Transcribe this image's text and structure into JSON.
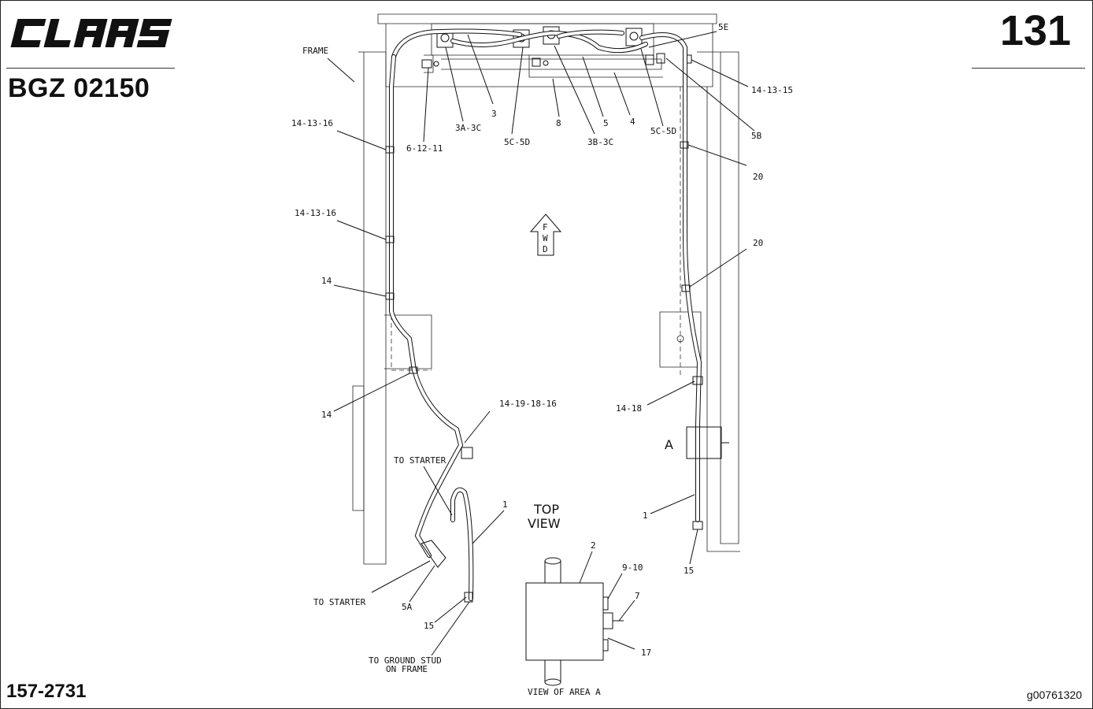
{
  "header": {
    "brand": "CLAAS",
    "code": "BGZ 02150",
    "page_number": "131"
  },
  "footer": {
    "part_number": "157-2731",
    "image_ref": "g00761320"
  },
  "diagram": {
    "labels": {
      "frame": "FRAME",
      "c_14_13_16_a": "14-13-16",
      "c_14_13_16_b": "14-13-16",
      "c_14_a": "14",
      "c_14_b": "14",
      "c_6_12_11": "6-12-11",
      "c_3a_3c": "3A-3C",
      "c_3": "3",
      "c_5c_5d_a": "5C-5D",
      "c_8": "8",
      "c_3b_3c": "3B-3C",
      "c_5": "5",
      "c_4": "4",
      "c_5c_5d_b": "5C-5D",
      "c_5e": "5E",
      "c_14_13_15": "14-13-15",
      "c_5b": "5B",
      "c_20_a": "20",
      "c_20_b": "20",
      "fwd": "FWD",
      "c_14_19_18_16": "14-19-18-16",
      "to_starter_1": "TO STARTER",
      "to_starter_2": "TO STARTER",
      "c_5a": "5A",
      "c_1_a": "1",
      "c_15_a": "15",
      "to_ground_1": "TO GROUND STUD",
      "to_ground_2": "ON FRAME",
      "top_view_1": "TOP",
      "top_view_2": "VIEW",
      "area_a": "A",
      "c_14_18": "14-18",
      "c_1_b": "1",
      "c_15_b": "15",
      "c_2": "2",
      "c_9_10": "9-10",
      "c_7": "7",
      "c_17": "17",
      "view_area_a": "VIEW OF AREA A"
    }
  }
}
